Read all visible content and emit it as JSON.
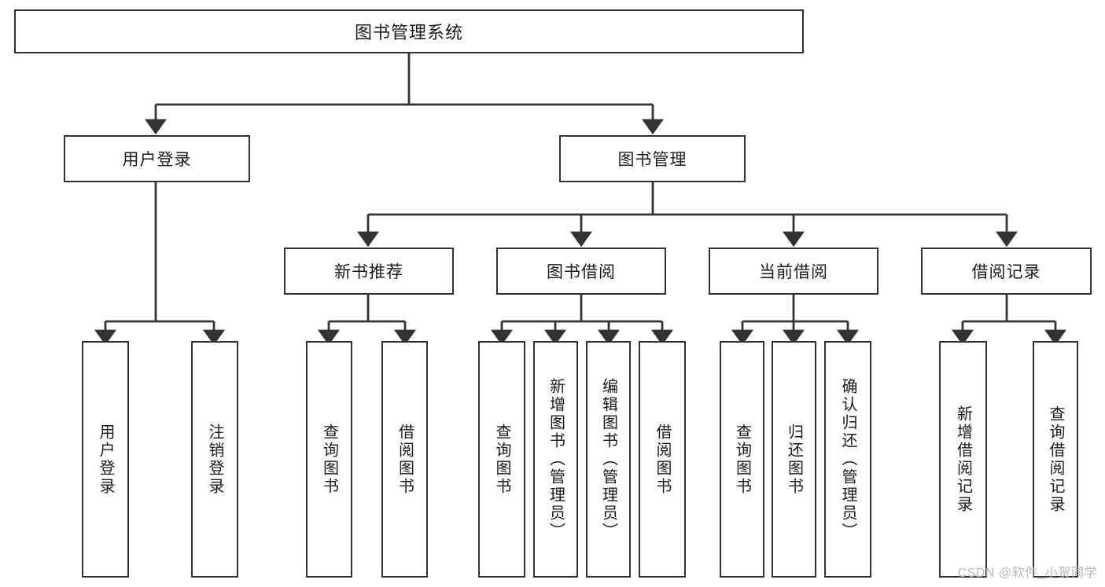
{
  "diagram": {
    "type": "tree-hierarchy",
    "root": {
      "label": "图书管理系统"
    },
    "level1": [
      {
        "label": "用户登录"
      },
      {
        "label": "图书管理"
      }
    ],
    "level2": [
      {
        "label": "新书推荐"
      },
      {
        "label": "图书借阅"
      },
      {
        "label": "当前借阅"
      },
      {
        "label": "借阅记录"
      }
    ],
    "leaves": {
      "user_login": [
        {
          "label": "用户登录"
        },
        {
          "label": "注销登录"
        }
      ],
      "new_book_recommend": [
        {
          "label": "查询图书"
        },
        {
          "label": "借阅图书"
        }
      ],
      "book_borrow": [
        {
          "label": "查询图书"
        },
        {
          "label": "新增图书（管理员）"
        },
        {
          "label": "编辑图书（管理员）"
        },
        {
          "label": "借阅图书"
        }
      ],
      "current_borrow": [
        {
          "label": "查询图书"
        },
        {
          "label": "归还图书"
        },
        {
          "label": "确认归还（管理员）"
        }
      ],
      "borrow_record": [
        {
          "label": "新增借阅记录"
        },
        {
          "label": "查询借阅记录"
        }
      ]
    }
  },
  "watermark": {
    "text": "CSDN @软件_小贺同学"
  },
  "colors": {
    "stroke": "#333333",
    "background": "#ffffff",
    "text": "#1b1b1b",
    "watermark": "#b9b9b9"
  }
}
